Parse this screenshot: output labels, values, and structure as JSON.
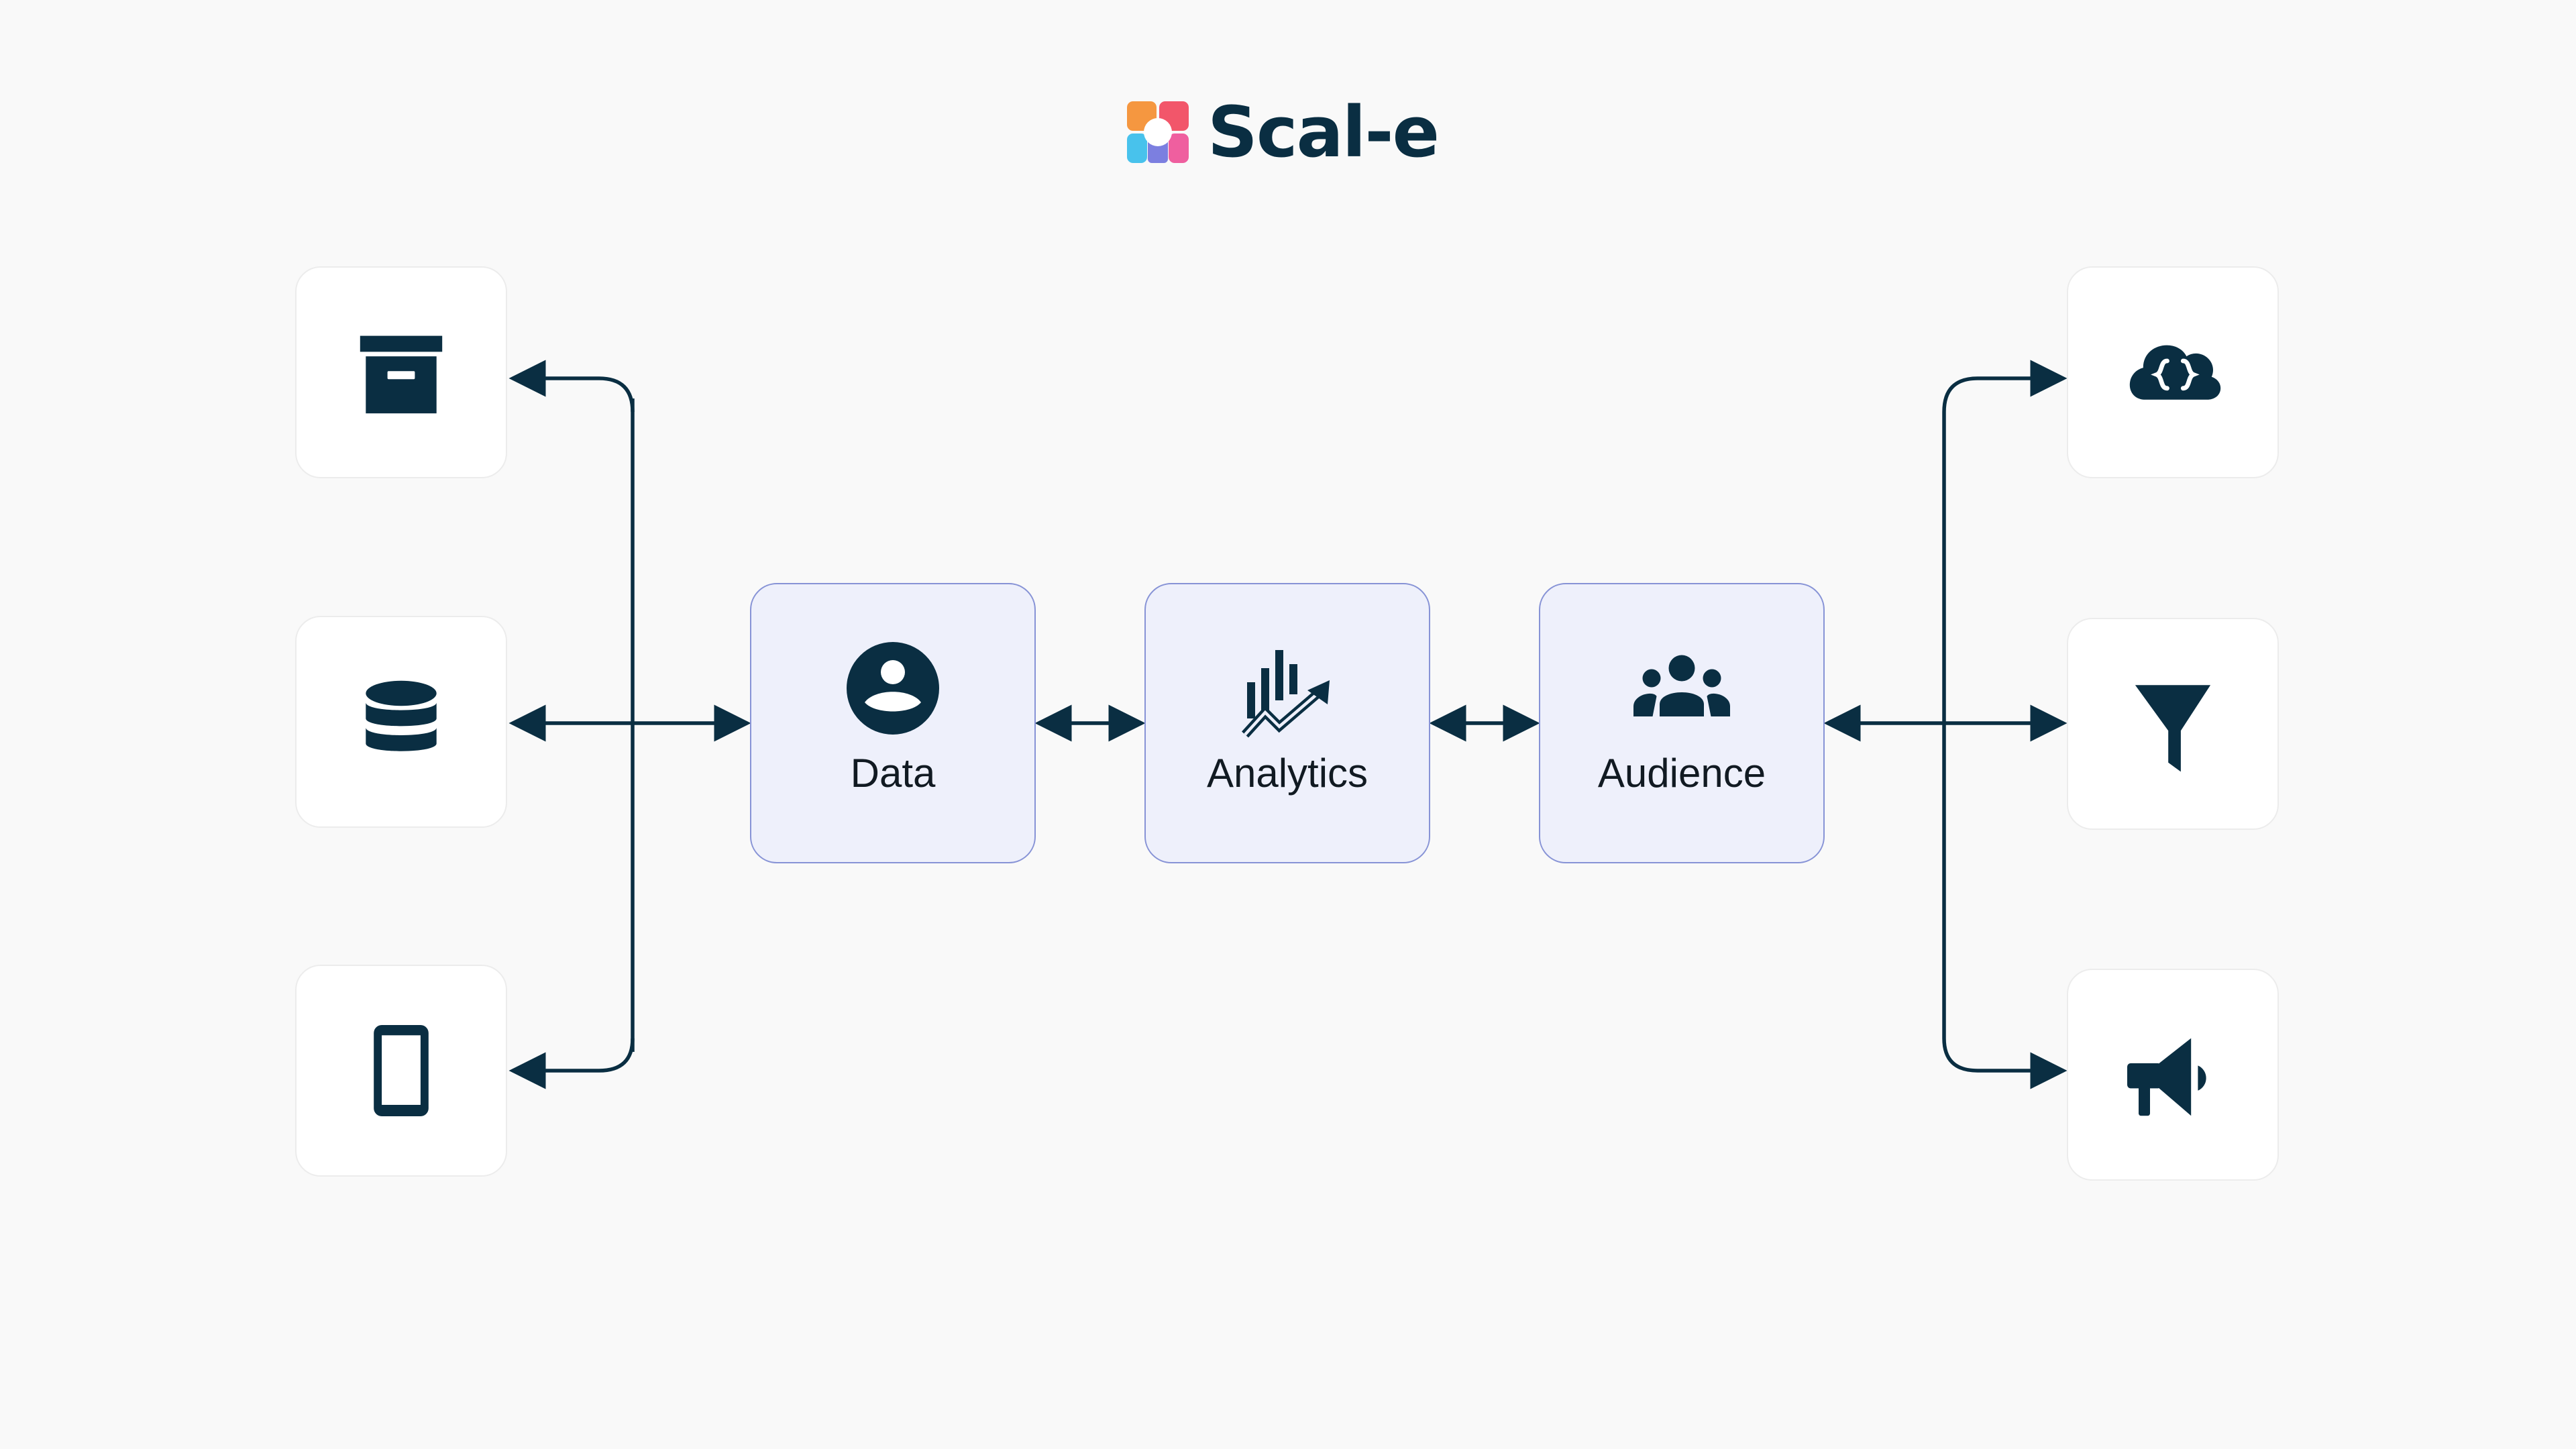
{
  "brand": {
    "name": "Scal-e",
    "logo_colors": [
      "#f59740",
      "#f2566a",
      "#48c2ec",
      "#7c7fe0",
      "#ef5f9f"
    ]
  },
  "colors": {
    "line": "#0a2e42",
    "icon": "#0a2e42",
    "hub_fill": "#eef0fb",
    "hub_border": "#8793d6",
    "tile_fill": "#ffffff",
    "background": "#f9f9f9"
  },
  "sources": [
    {
      "icon": "archive-box-icon"
    },
    {
      "icon": "database-icon"
    },
    {
      "icon": "tablet-icon"
    }
  ],
  "hubs": [
    {
      "label": "Data",
      "icon": "user-circle-icon"
    },
    {
      "label": "Analytics",
      "icon": "analytics-trend-icon"
    },
    {
      "label": "Audience",
      "icon": "group-icon"
    }
  ],
  "destinations": [
    {
      "icon": "cloud-code-icon"
    },
    {
      "icon": "funnel-icon"
    },
    {
      "icon": "megaphone-icon"
    }
  ]
}
